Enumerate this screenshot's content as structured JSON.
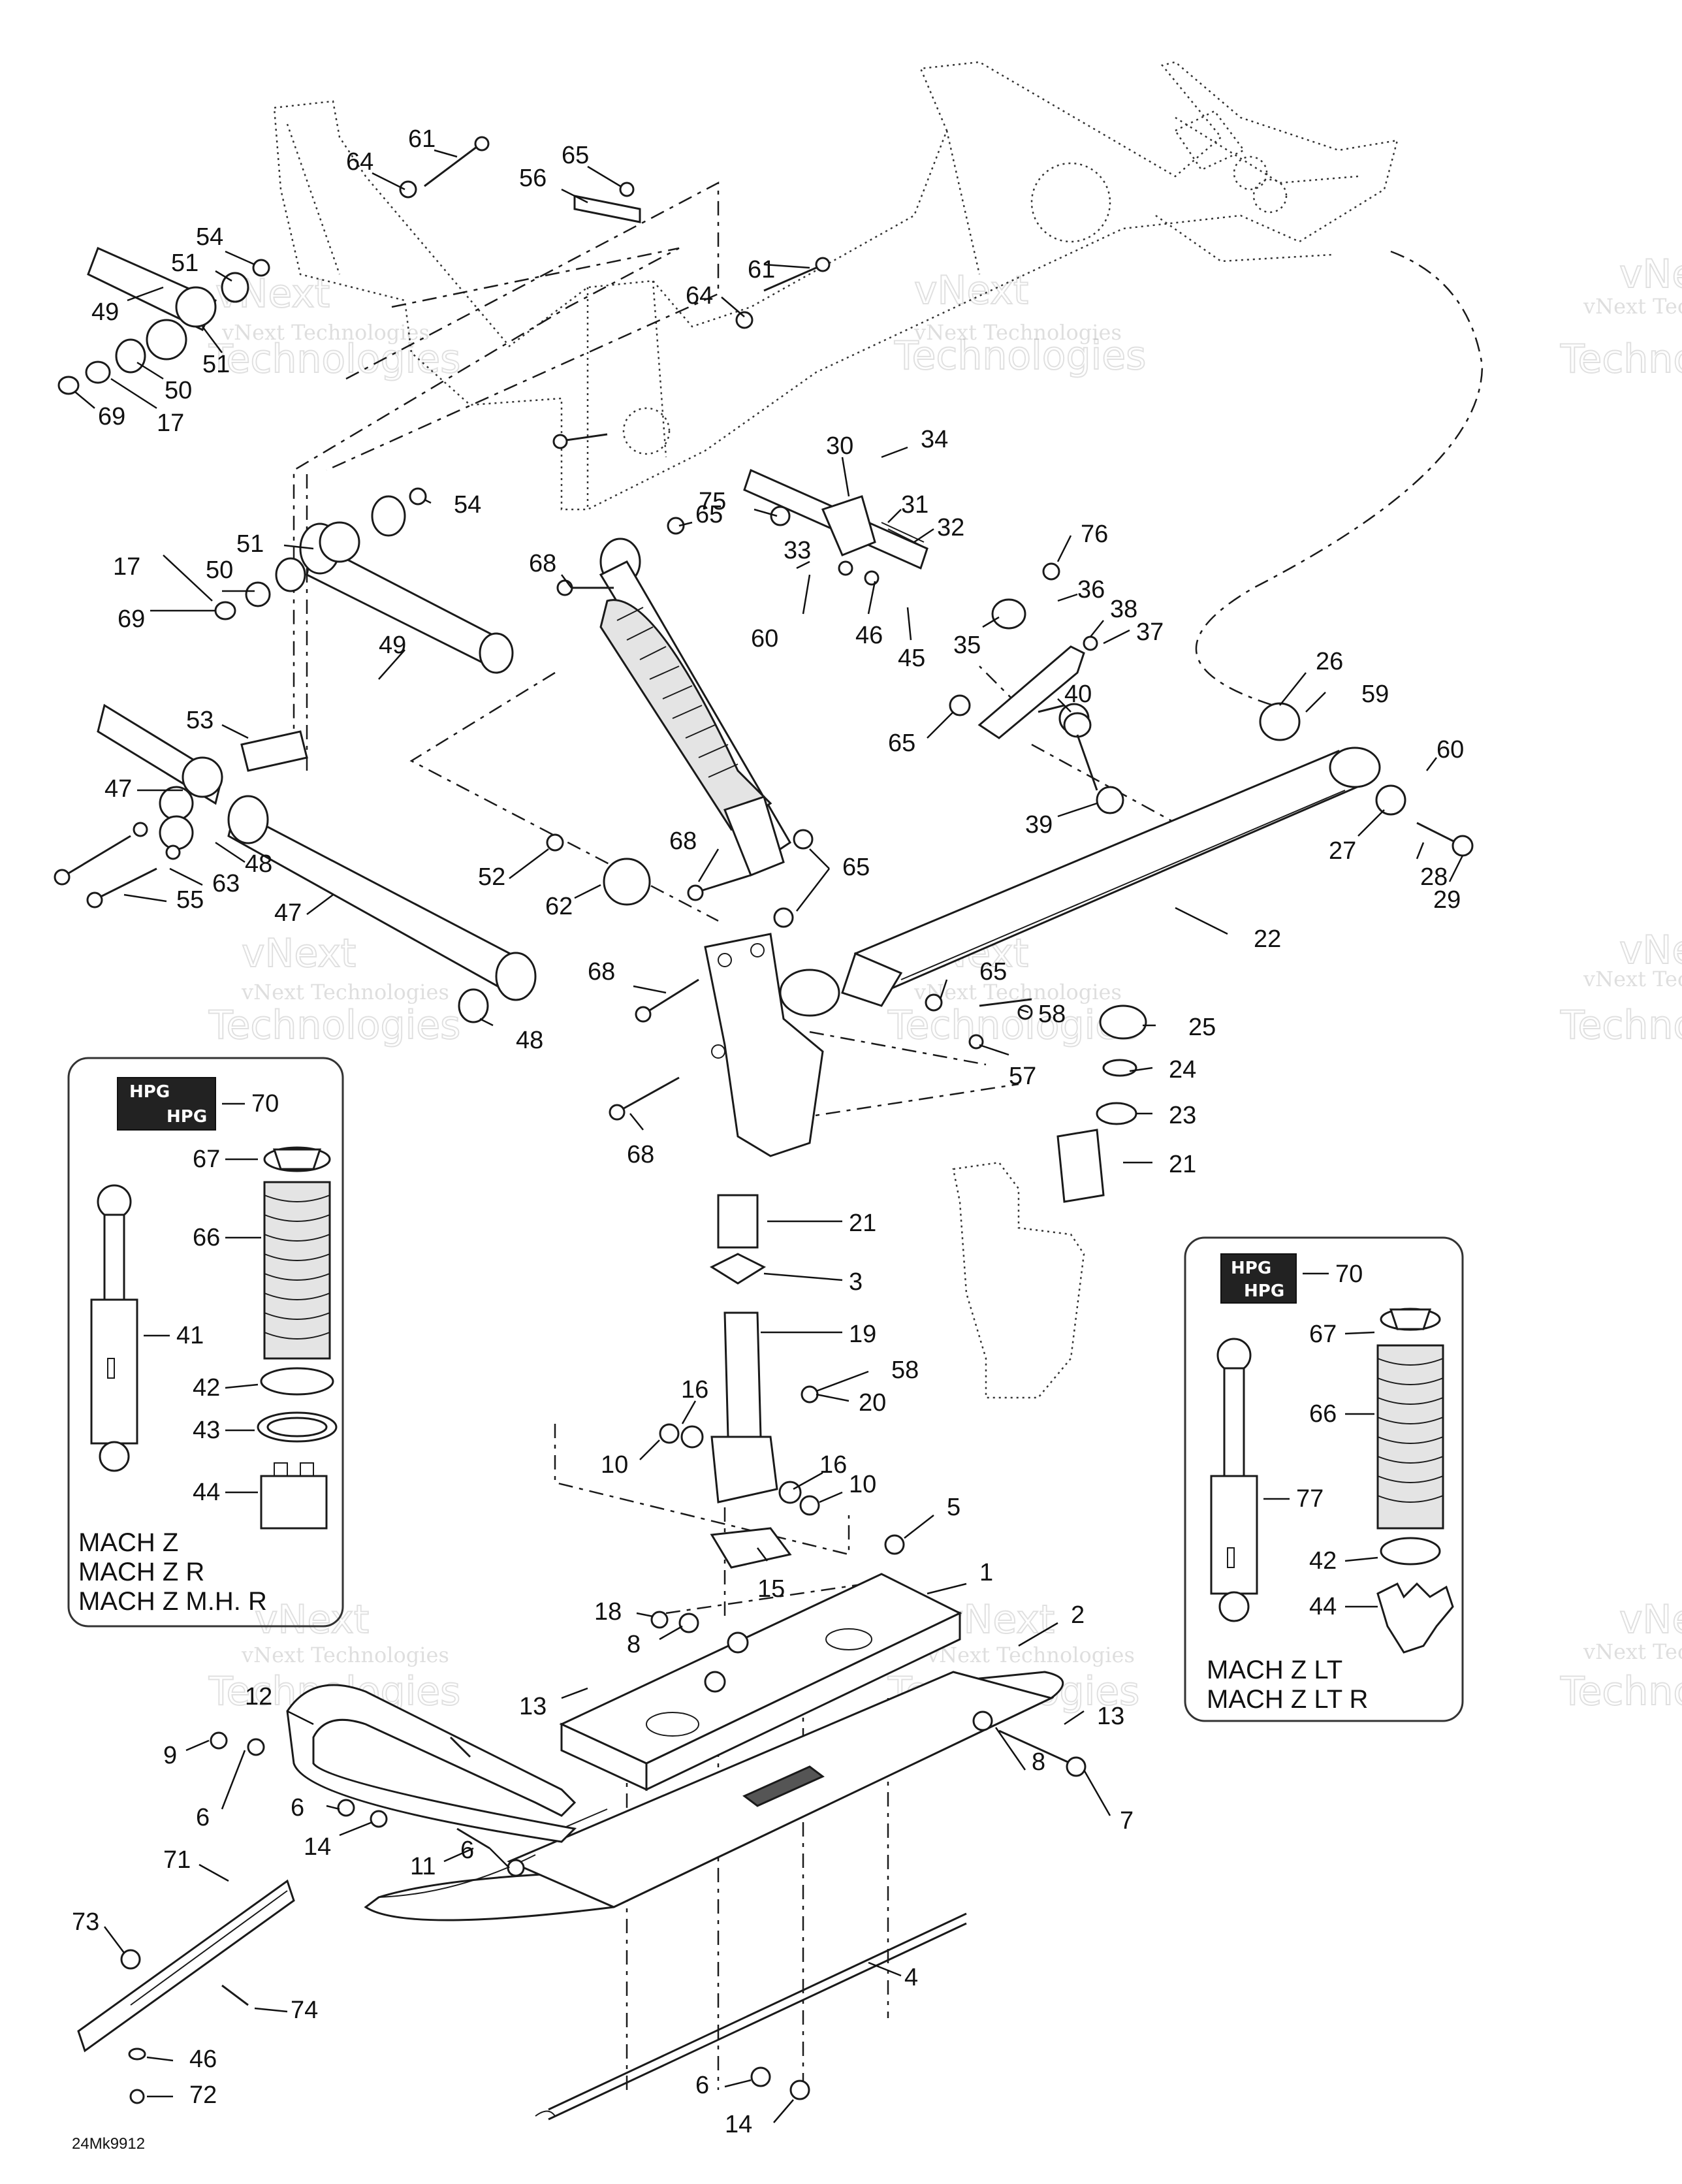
{
  "drawing_code": "24Mk9912",
  "watermark": {
    "line1": "vNext Technologies",
    "logo_top": "vNext",
    "logo_bottom": "Technologies"
  },
  "watermark_right": {
    "line1": "vNext Techno",
    "logo_top": "vNext",
    "logo_bottom": "Techno"
  },
  "insets": {
    "left": {
      "models": [
        "MACH Z",
        "MACH Z R",
        "MACH Z M.H. R"
      ],
      "decal_text": "HPG",
      "callouts": [
        "70",
        "67",
        "66",
        "41",
        "42",
        "43",
        "44"
      ]
    },
    "right": {
      "models": [
        "MACH Z LT",
        "MACH Z LT R"
      ],
      "decal_text": "HPG",
      "callouts": [
        "70",
        "67",
        "66",
        "77",
        "42",
        "44"
      ]
    }
  },
  "callouts": {
    "c61a": "61",
    "c64a": "64",
    "c65a": "65",
    "c56": "56",
    "c54a": "54",
    "c51a": "51",
    "c49a": "49",
    "c51b": "51",
    "c50a": "50",
    "c69a": "69",
    "c17a": "17",
    "c61b": "61",
    "c64b": "64",
    "c30": "30",
    "c34": "34",
    "c31": "31",
    "c32": "32",
    "c75": "75",
    "c68a": "68",
    "c65b": "65",
    "c33": "33",
    "c60a": "60",
    "c46a": "46",
    "c45": "45",
    "c76": "76",
    "c36": "36",
    "c38": "38",
    "c37": "37",
    "c35": "35",
    "c40": "40",
    "c65c": "65",
    "c39": "39",
    "c26": "26",
    "c59": "59",
    "c60b": "60",
    "c27": "27",
    "c28": "28",
    "c29": "29",
    "c51c": "51",
    "c54b": "54",
    "c17b": "17",
    "c50b": "50",
    "c69b": "69",
    "c49b": "49",
    "c53": "53",
    "c47a": "47",
    "c48a": "48",
    "c63": "63",
    "c55": "55",
    "c47b": "47",
    "c52": "52",
    "c62": "62",
    "c68b": "68",
    "c65d": "65",
    "c22": "22",
    "c68c": "68",
    "c48b": "48",
    "c65e": "65",
    "c58a": "58",
    "c25": "25",
    "c57": "57",
    "c24": "24",
    "c23": "23",
    "c68d": "68",
    "c21a": "21",
    "c21b": "21",
    "c3": "3",
    "c19": "19",
    "c58b": "58",
    "c16a": "16",
    "c20": "20",
    "c10a": "10",
    "c16b": "16",
    "c10b": "10",
    "c5": "5",
    "c15": "15",
    "c1": "1",
    "c18": "18",
    "c8a": "8",
    "c2": "2",
    "c13a": "13",
    "c13b": "13",
    "c12": "12",
    "c9": "9",
    "c6a": "6",
    "c8b": "8",
    "c6b": "6",
    "c14a": "14",
    "c11": "11",
    "c6c": "6",
    "c7": "7",
    "c71": "71",
    "c73": "73",
    "c74": "74",
    "c4": "4",
    "c46b": "46",
    "c72": "72",
    "c6d": "6",
    "c14b": "14"
  }
}
